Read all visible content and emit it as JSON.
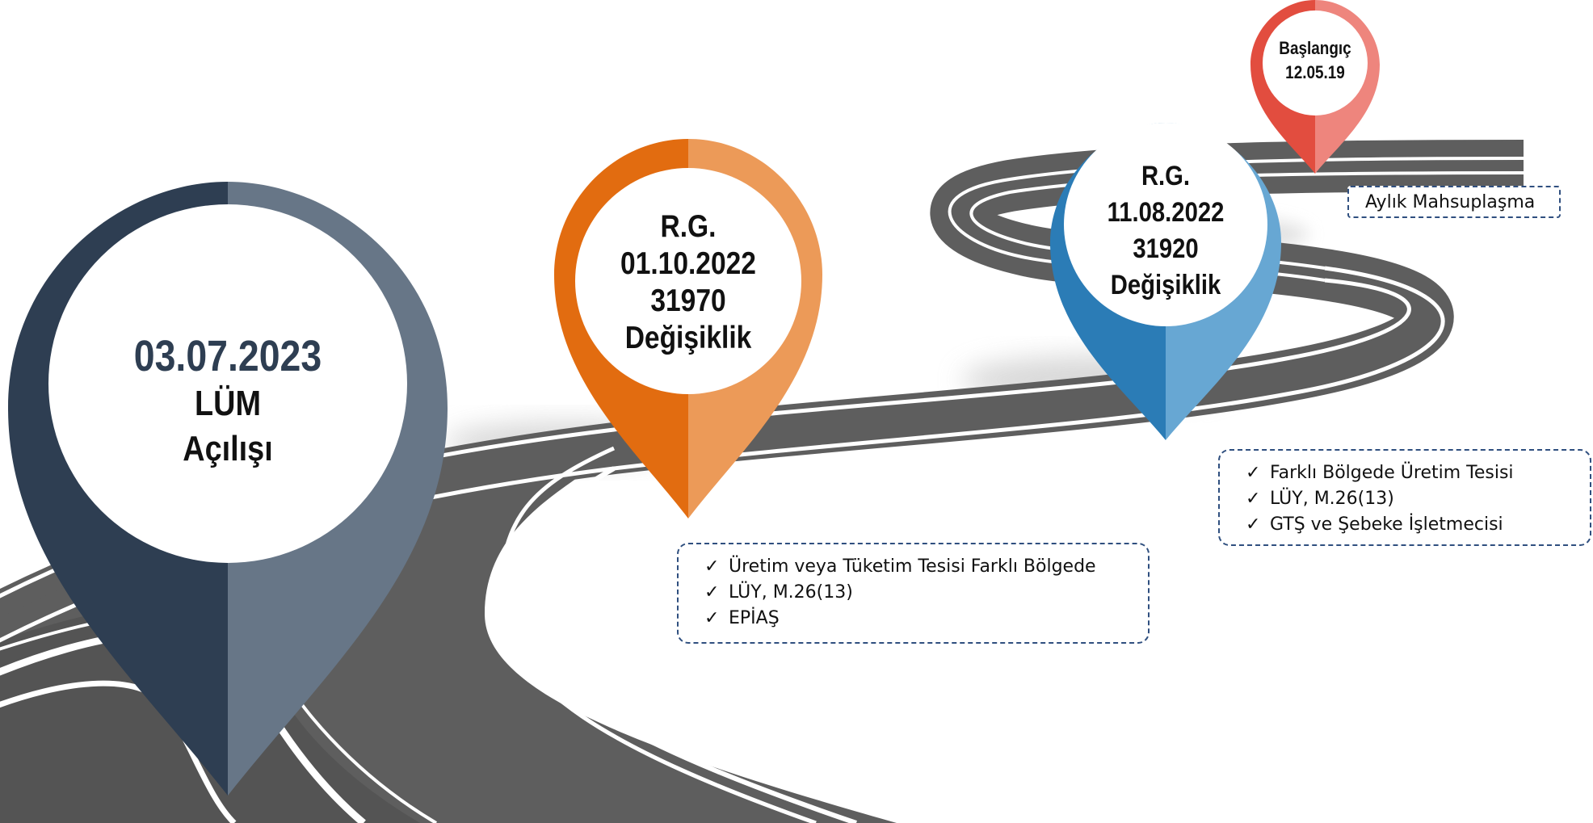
{
  "milestones": [
    {
      "id": "lum",
      "date": "03.07.2023",
      "title_line1": "LÜM",
      "title_line2": "Açılışı",
      "colors": {
        "dark": "#2e3e52",
        "light": "#677687",
        "date_text": "#2e3e52"
      }
    },
    {
      "id": "rg-31970",
      "line1": "R.G.",
      "line2": "01.10.2022",
      "line3": "31970",
      "line4": "Değişiklik",
      "colors": {
        "dark": "#e26c10",
        "light": "#ec9a58"
      },
      "notes": [
        "Üretim veya Tüketim Tesisi Farklı Bölgede",
        "LÜY, M.26(13)",
        "EPİAŞ"
      ]
    },
    {
      "id": "rg-31920",
      "line1": "R.G.",
      "line2": "11.08.2022",
      "line3": "31920",
      "line4": "Değişiklik",
      "colors": {
        "dark": "#2b7cb6",
        "light": "#67a7d3"
      },
      "notes": [
        "Farklı Bölgede Üretim Tesisi",
        "LÜY, M.26(13)",
        "GTŞ ve Şebeke İşletmecisi"
      ]
    },
    {
      "id": "start",
      "line1": "Başlangıç",
      "line2": "12.05.19",
      "colors": {
        "dark": "#e24d3f",
        "light": "#ee857d"
      },
      "note": "Aylık Mahsuplaşma"
    }
  ],
  "check_icon": "check-icon",
  "check_glyph": "✓",
  "road_colors": {
    "asphalt": "#5e5e5e",
    "lines": "#ffffff",
    "shadow": "#d6d6d6"
  }
}
